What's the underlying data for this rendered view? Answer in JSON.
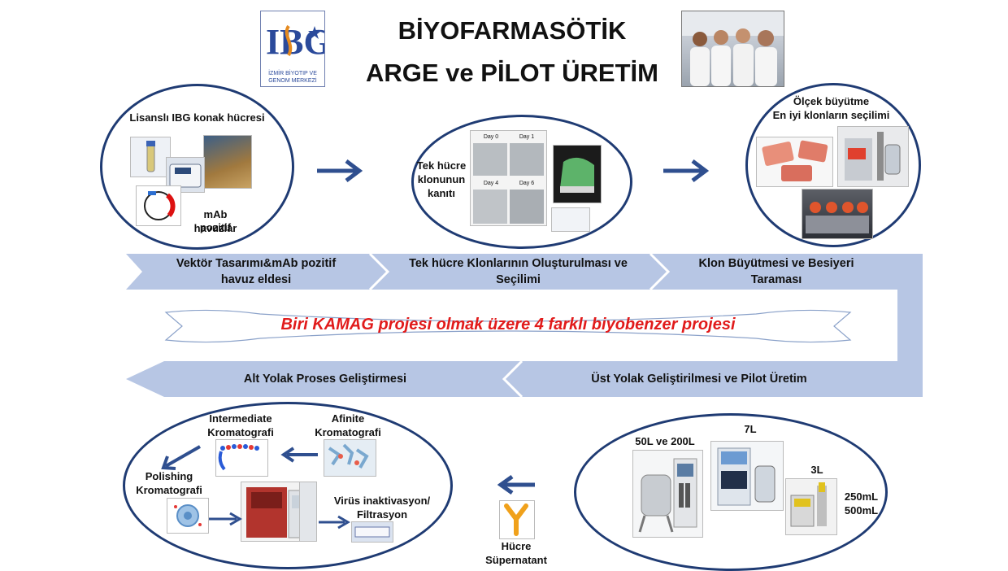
{
  "header": {
    "title_line1": "BİYOFARMASÖTİK",
    "title_line2": "ARGE ve PİLOT ÜRETİM",
    "logo_letters": "IBG",
    "logo_caption_line1": "İZMİR BİYOTIP VE",
    "logo_caption_line2": "GENOM MERKEZİ"
  },
  "circle1": {
    "top_label": "Lisanslı IBG konak hücresi",
    "bottom_label_line1": "mAb pozitif",
    "bottom_label_line2": "havuzlar"
  },
  "circle2": {
    "label_line1": "Tek hücre",
    "label_line2": "klonunun",
    "label_line3": "kanıtı",
    "days": [
      "Day 0",
      "Day 1",
      "Day 4",
      "Day 6"
    ]
  },
  "circle3": {
    "label_line1": "Ölçek büyütme",
    "label_line2": "En iyi klonların seçilimi"
  },
  "band_top": {
    "step1_line1": "Vektör Tasarımı&mAb pozitif",
    "step1_line2": "havuz eldesi",
    "step2_line1": "Tek hücre Klonlarının Oluşturulması ve",
    "step2_line2": "Seçilimi",
    "step3_line1": "Klon Büyütmesi ve Besiyeri",
    "step3_line2": "Taraması"
  },
  "banner": {
    "text": "Biri KAMAG projesi olmak üzere 4 farklı biyobenzer  projesi",
    "color": "#e11b1b"
  },
  "band_bottom": {
    "left": "Alt Yolak Proses Geliştirmesi",
    "right": "Üst Yolak Geliştirilmesi ve Pilot Üretim"
  },
  "downstream": {
    "intermediate_line1": "Intermediate",
    "intermediate_line2": "Kromatografi",
    "affinity_line1": "Afinite",
    "affinity_line2": "Kromatografi",
    "polishing_line1": "Polishing",
    "polishing_line2": "Kromatografi",
    "virus_line1": "Virüs inaktivasyon/",
    "virus_line2": "Filtrasyon"
  },
  "supernatant": {
    "line1": "Hücre",
    "line2": "Süpernatant"
  },
  "upstream": {
    "vol1": "50L ve 200L",
    "vol2": "7L",
    "vol3": "3L",
    "vol4_line1": "250mL",
    "vol4_line2": "500mL"
  },
  "colors": {
    "band": "#b7c6e4",
    "arrow": "#2f4f8f",
    "ellipse_border": "#1f3b73"
  }
}
